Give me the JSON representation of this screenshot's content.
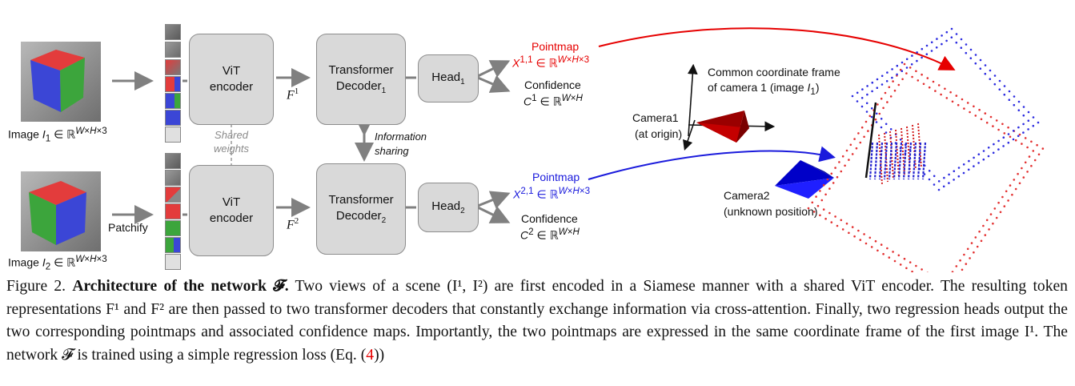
{
  "figure": {
    "image1_label": "Image I₁ ∈ ℝ^{W×H×3}",
    "image2_label": "Image I₂ ∈ ℝ^{W×H×3}",
    "patchify_label": "Patchify",
    "shared_weights_label": "Shared weights",
    "vit_encoder_label": "ViT encoder",
    "f1_label": "F¹",
    "f2_label": "F²",
    "decoder1_label": "Transformer Decoder₁",
    "decoder2_label": "Transformer Decoder₂",
    "information_sharing_label": "Information sharing",
    "head1_label": "Head₁",
    "head2_label": "Head₂",
    "pointmap_label": "Pointmap",
    "x11_label": "X^{1,1} ∈ ℝ^{W×H×3}",
    "x21_label": "X^{2,1} ∈ ℝ^{W×H×3}",
    "confidence_label": "Confidence",
    "c1_label": "C¹ ∈ ℝ^{W×H}",
    "c2_label": "C² ∈ ℝ^{W×H}",
    "frame_label_line1": "Common coordinate frame",
    "frame_label_line2": "of camera 1 (image I₁)",
    "camera1_line1": "Camera1",
    "camera1_line2": "(at origin)",
    "camera2_line1": "Camera2",
    "camera2_line2": "(unknown position)",
    "colors": {
      "red": "#e60000",
      "blue": "#1a1adc",
      "block": "#d9d9d9",
      "arrow": "#808080"
    }
  },
  "caption": {
    "lead": "Figure 2. ",
    "title": "Architecture of the network 𝓕.",
    "text1": " Two views of a scene (I¹, I²) are first encoded in a Siamese manner with a shared ViT encoder. The resulting token representations F¹ and F² are then passed to two transformer decoders that constantly exchange information via cross-attention. Finally, two regression heads output the two corresponding pointmaps and associated confidence maps. Importantly, the two pointmaps are expressed in the same coordinate frame of the first image I¹. The network 𝓕 is trained using a simple regression loss (Eq. (",
    "eq_ref": "4",
    "text2": "))"
  }
}
